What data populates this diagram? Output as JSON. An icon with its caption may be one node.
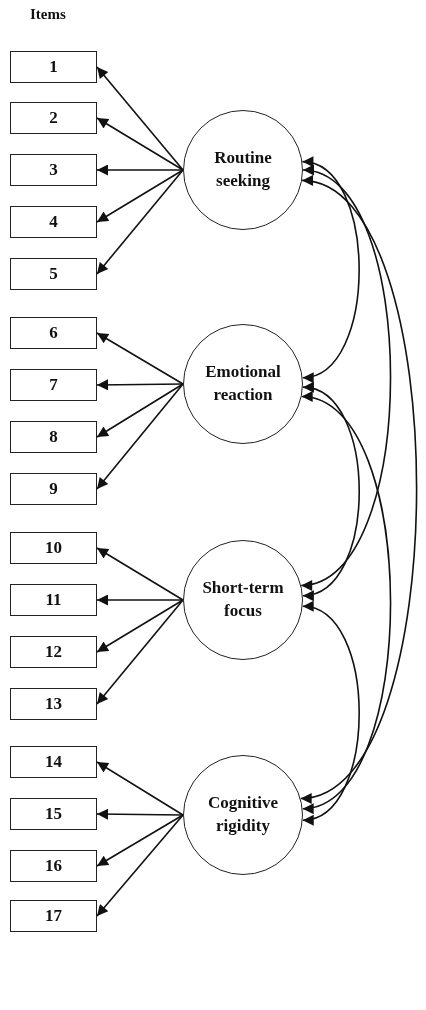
{
  "diagram": {
    "nodes": [
      {
        "text": [
          "1"
        ]
      },
      {
        "text": [
          "2"
        ]
      },
      {
        "text": [
          "3"
        ]
      },
      {
        "text": [
          "4"
        ]
      },
      {
        "text": [
          "5"
        ]
      },
      {
        "text": [
          "6"
        ]
      },
      {
        "text": [
          "7"
        ]
      },
      {
        "text": [
          "8"
        ]
      },
      {
        "text": [
          "9"
        ]
      },
      {
        "text": [
          "10"
        ]
      },
      {
        "text": [
          "11"
        ]
      },
      {
        "text": [
          "12"
        ]
      },
      {
        "text": [
          "13"
        ]
      },
      {
        "text": [
          "14"
        ]
      },
      {
        "text": [
          "15"
        ]
      },
      {
        "text": [
          "16"
        ]
      },
      {
        "text": [
          "17"
        ]
      },
      {
        "text": [
          "Routine seeking"
        ]
      },
      {
        "text": [
          "Emotional reaction"
        ]
      },
      {
        "text": [
          "Short-term focus"
        ]
      },
      {
        "text": [
          "Cognitive rigidity"
        ]
      }
    ],
    "edges": [
      {
        "from": 17,
        "to": 0,
        "arrow": "to"
      },
      {
        "from": 17,
        "to": 1,
        "arrow": "to"
      },
      {
        "from": 17,
        "to": 2,
        "arrow": "to"
      },
      {
        "from": 17,
        "to": 3,
        "arrow": "to"
      },
      {
        "from": 17,
        "to": 4,
        "arrow": "to"
      },
      {
        "from": 18,
        "to": 5,
        "arrow": "to"
      },
      {
        "from": 18,
        "to": 6,
        "arrow": "to"
      },
      {
        "from": 18,
        "to": 7,
        "arrow": "to"
      },
      {
        "from": 18,
        "to": 8,
        "arrow": "to"
      },
      {
        "from": 19,
        "to": 9,
        "arrow": "to"
      },
      {
        "from": 19,
        "to": 10,
        "arrow": "to"
      },
      {
        "from": 19,
        "to": 11,
        "arrow": "to"
      },
      {
        "from": 19,
        "to": 12,
        "arrow": "to"
      },
      {
        "from": 20,
        "to": 13,
        "arrow": "to"
      },
      {
        "from": 20,
        "to": 14,
        "arrow": "to"
      },
      {
        "from": 20,
        "to": 15,
        "arrow": "to"
      },
      {
        "from": 20,
        "to": 16,
        "arrow": "to"
      },
      {
        "from": 17,
        "to": 18,
        "arrow": "both"
      },
      {
        "from": 17,
        "to": 19,
        "arrow": "both"
      },
      {
        "from": 17,
        "to": 20,
        "arrow": "both"
      },
      {
        "from": 18,
        "to": 19,
        "arrow": "both"
      },
      {
        "from": 18,
        "to": 20,
        "arrow": "both"
      },
      {
        "from": 19,
        "to": 20,
        "arrow": "both"
      }
    ],
    "labels": [
      "Items"
    ]
  }
}
